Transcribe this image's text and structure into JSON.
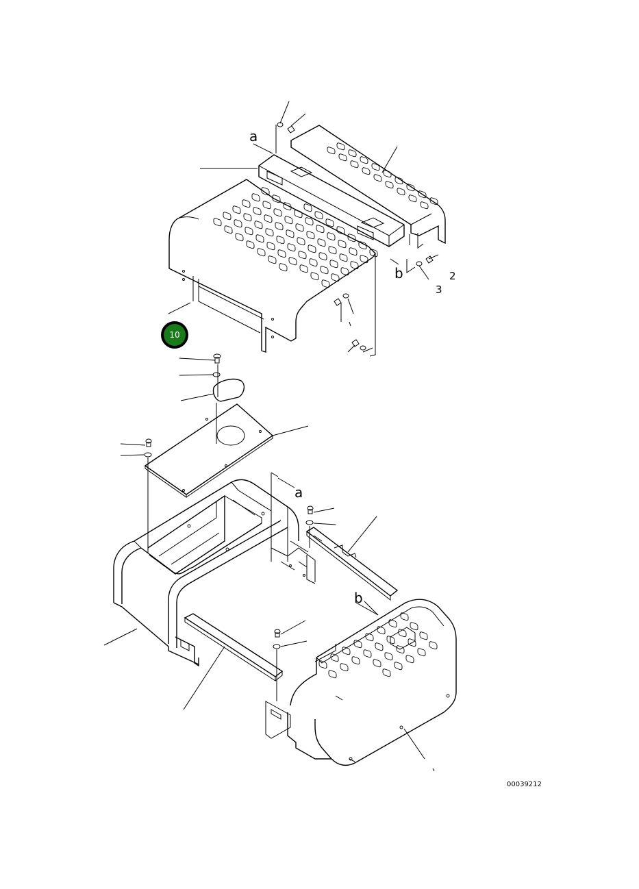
{
  "labels": {
    "a_top": "a",
    "b_top": "b",
    "a_mid": "a",
    "b_low": "b",
    "part_3": "3",
    "part_2": "2"
  },
  "marker": {
    "number": "10",
    "color": "#1a7a1a"
  },
  "drawing_number": "00039212"
}
